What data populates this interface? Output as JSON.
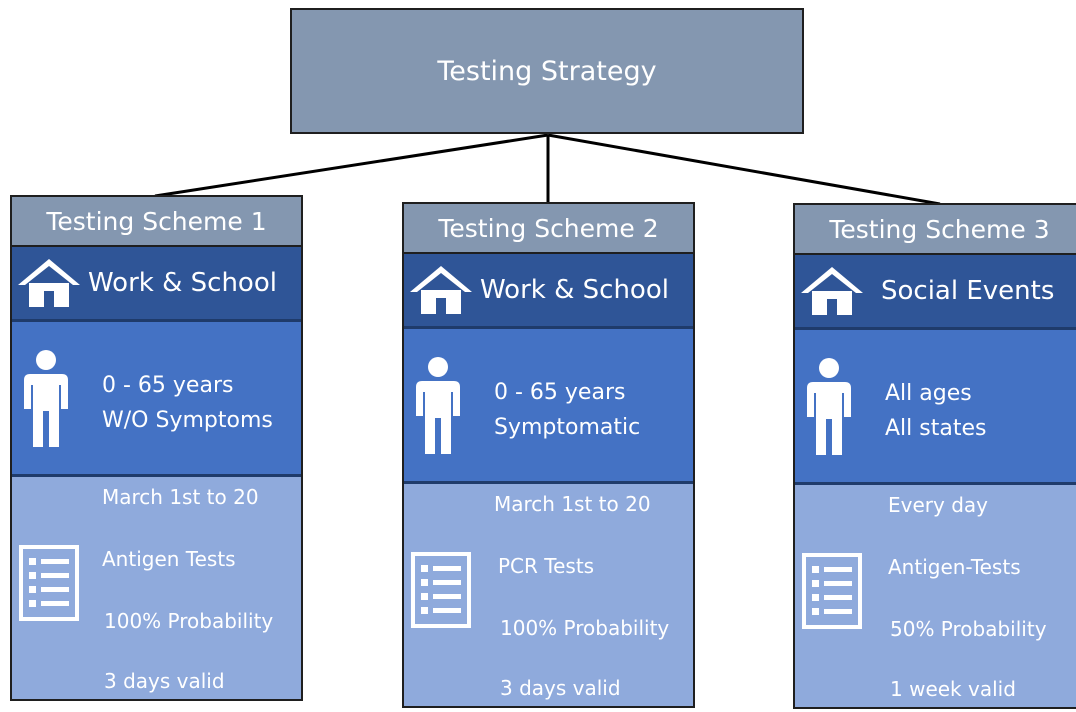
{
  "root": {
    "label": "Testing Strategy"
  },
  "schemes": [
    {
      "title": "Testing Scheme 1",
      "setting": {
        "icon": "house-icon",
        "label": "Work & School"
      },
      "population": {
        "icon": "person-icon",
        "line1": "0 - 65 years",
        "line2": "W/O Symptoms"
      },
      "details": {
        "icon": "checklist-icon",
        "period": "March 1st to 20",
        "test_type": "Antigen Tests",
        "probability": "100% Probability",
        "validity": "3 days valid"
      }
    },
    {
      "title": "Testing Scheme 2",
      "setting": {
        "icon": "house-icon",
        "label": "Work & School"
      },
      "population": {
        "icon": "person-icon",
        "line1": "0 - 65 years",
        "line2": "Symptomatic"
      },
      "details": {
        "icon": "checklist-icon",
        "period": "March 1st to 20",
        "test_type": "PCR Tests",
        "probability": "100% Probability",
        "validity": "3 days valid"
      }
    },
    {
      "title": "Testing Scheme 3",
      "setting": {
        "icon": "house-icon",
        "label": "Social Events"
      },
      "population": {
        "icon": "person-icon",
        "line1": "All ages",
        "line2": "All states"
      },
      "details": {
        "icon": "checklist-icon",
        "period": "Every day",
        "test_type": "Antigen-Tests",
        "probability": "50% Probability",
        "validity": "1 week valid"
      }
    }
  ],
  "colors": {
    "header": "#8497b0",
    "setting": "#2f5597",
    "population": "#4472c4",
    "details": "#8faadc",
    "text": "#ffffff",
    "border": "#1f1f1f"
  }
}
